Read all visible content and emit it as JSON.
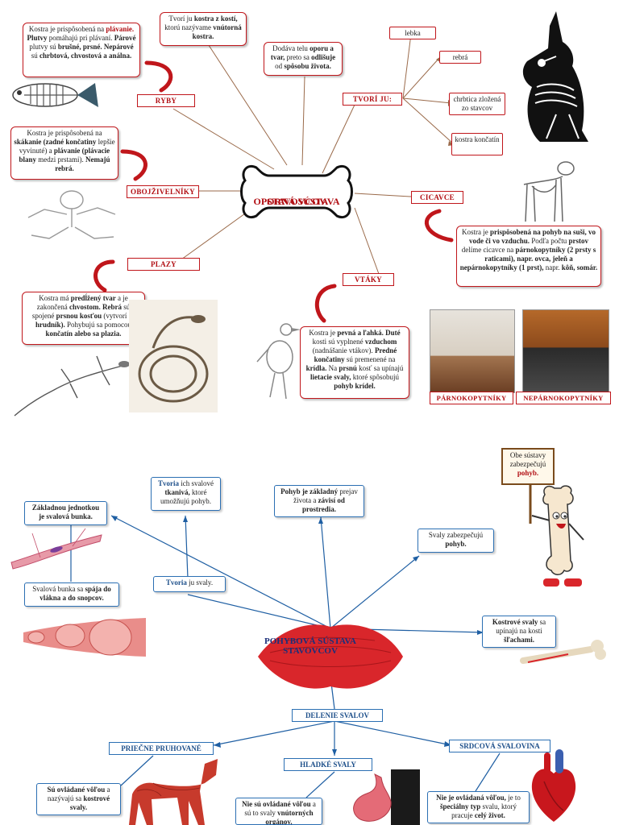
{
  "top": {
    "center": {
      "line1": "OPORNÁ SÚSTAVA",
      "line2": "STAVOVCOV"
    },
    "labels": {
      "ryby": "RYBY",
      "obojzivelniky": "OBOJŽIVELNÍKY",
      "plazy": "PLAZY",
      "vtaky": "VTÁKY",
      "cicavce": "CICAVCE",
      "tvoria_ju": "TVORÍ JU:"
    },
    "skeleton_parts": [
      "lebka",
      "rebrá",
      "chrbtica zložená zo stavcov",
      "kostra končatín"
    ],
    "ryby_text": [
      "Kostra je prispôsobená na",
      "plávanie.",
      "Plutvy",
      "pomáhajú pri plávaní.",
      "Párové",
      "plutvy sú",
      "brušné, prsné.",
      "Nepárové",
      "sú",
      "chrbtová, chvostová a análna."
    ],
    "vnutorna_text": [
      "Tvorí ju",
      "kostra z kostí,",
      "ktorú nazývame",
      "vnútorná kostra."
    ],
    "oporu_text": [
      "Dodáva telu",
      "oporu",
      "a tvar,",
      "preto sa",
      "odlišuje",
      "od",
      "spôsobu života."
    ],
    "obojz_text": [
      "Kostra je prispôsobená na",
      "skákanie",
      "(zadné končatiny",
      "lepšie vyvinuté) a",
      "plávanie",
      "(plávacie blany",
      "medzi prstami).",
      "Nemajú rebrá."
    ],
    "plazy_text": [
      "Kostra má",
      "predĺžený tvar",
      "a je zakončená",
      "chvostom.",
      "Rebrá",
      "sú spojené",
      "prsnou kosťou",
      "(vytvorí sa",
      "hrudník).",
      "Pohybujú sa pomocou",
      "končatín alebo sa plazia."
    ],
    "vtaky_text": [
      "Kostra je",
      "pevná a ľahká.",
      "Duté",
      "kosti sú vyplnené",
      "vzduchom",
      "(nadnášanie vtákov).",
      "Predné končatiny",
      "sú premenené na",
      "krídla.",
      "Na",
      "prsnú",
      "kosť sa upínajú",
      "lietacie svaly,",
      "ktoré spôsobujú",
      "pohyb krídel."
    ],
    "cicavce_text": [
      "Kostra je",
      "prispôsobená na pohyb na suši, vo vode či vo vzduchu.",
      "Podľa počtu",
      "prstov",
      "delíme cicavce na",
      "párnokopytníky (2 prsty s raticami),",
      "napr. ovca, jeleň a",
      "nepárnokopytníky (1 prst),",
      "napr.",
      "kôň, somár."
    ],
    "hoof_labels": [
      "PÁRNOKOPYTNÍKY",
      "NEPÁRNOKOPYTNÍKY"
    ]
  },
  "bottom": {
    "center": {
      "line1": "POHYBOVÁ SÚSTAVA",
      "line2": "STAVOVCOV"
    },
    "tvoria_svaly": [
      "Tvoria",
      "ju svaly."
    ],
    "zakladnou": [
      "Základnou jednotkou",
      "je svalová bunka."
    ],
    "svalova_bunka": [
      "Svalová bunka sa",
      "spája",
      "do vlákna a do snopcov."
    ],
    "tvoria_tkanivo": [
      "Tvoria",
      "ich svalové",
      "tkanivá,",
      "ktoré umožňujú pohyb."
    ],
    "pohyb_zakladny": [
      "Pohyb je základný",
      "prejav života a",
      "závisí od prostredia."
    ],
    "svaly_zabezpecuju": [
      "Svaly zabezpečujú",
      "pohyb."
    ],
    "sign": [
      "Obe sústavy",
      "zabezpečujú",
      "pohyb."
    ],
    "kostrove": [
      "Kostrové svaly",
      "sa upínajú na kosti",
      "šľachami."
    ],
    "delenie": "DELENIE SVALOV",
    "types": [
      "PRIEČNE PRUHOVANÉ",
      "HLADKÉ SVALY",
      "SRDCOVÁ SVALOVINA"
    ],
    "priecne_desc": [
      "Sú ovládané vôľou",
      "a nazývajú sa",
      "kostrové",
      "svaly."
    ],
    "hladke_desc": [
      "Nie sú ovládané vôľou",
      "a sú to svaly",
      "vnútorných orgánov."
    ],
    "srdcova_desc": [
      "Nie je ovládaná vôľou,",
      "je to",
      "špeciálny typ",
      "svalu, ktorý",
      "pracuje",
      "celý život."
    ]
  },
  "colors": {
    "red": "#c0161b",
    "blue": "#2b6fb3",
    "arrow": "#9a6a4a"
  },
  "icons": [
    "fish-skeleton",
    "frog-skeleton",
    "lizard-skeleton",
    "snake-skeleton",
    "bird-skeleton",
    "dog-skeleton",
    "rabbit-skeleton",
    "hoof-cloven",
    "hoof-horse",
    "muscle-cell",
    "muscle-fiber",
    "bone-cartoon",
    "horse-muscles",
    "stomach",
    "heart",
    "bone-tendon"
  ]
}
